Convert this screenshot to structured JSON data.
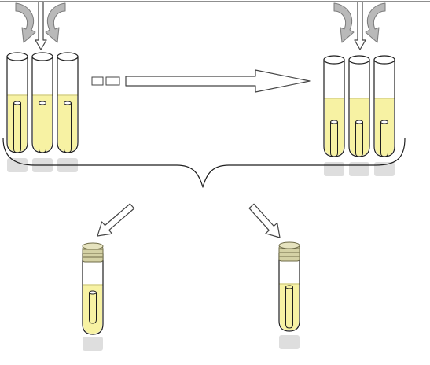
{
  "colors": {
    "background": "#ffffff",
    "outline": "#1f1f1f",
    "medium_fill": "#f7f2a3",
    "medium_line": "#d7d28a",
    "arrow_fill": "#ffffff",
    "arrow_stroke": "#444444",
    "curved_arrow_fill": "#b9b9b9",
    "curved_arrow_stroke": "#7a7a7a",
    "cap_fill": "#d4d1a5",
    "cap_stroke": "#6f6c48",
    "reflection": "#dedede"
  },
  "diagram": {
    "left_group": {
      "tube_count": 3,
      "has_top_feed_arrow": true,
      "has_curved_arrows": true
    },
    "right_group": {
      "tube_count": 3,
      "has_top_feed_arrow": true,
      "has_curved_arrows": true
    },
    "progress_arrow": {
      "style": "dashed-then-solid"
    },
    "bottom_left_tube": {
      "inner_vial_fill": "empty"
    },
    "bottom_right_tube": {
      "inner_vial_fill": "filled"
    },
    "icons": [
      "curved-arrow-icon",
      "down-arrow-icon",
      "tube-icon",
      "brace-icon",
      "diagonal-arrow-icon",
      "capped-tube-icon"
    ]
  }
}
